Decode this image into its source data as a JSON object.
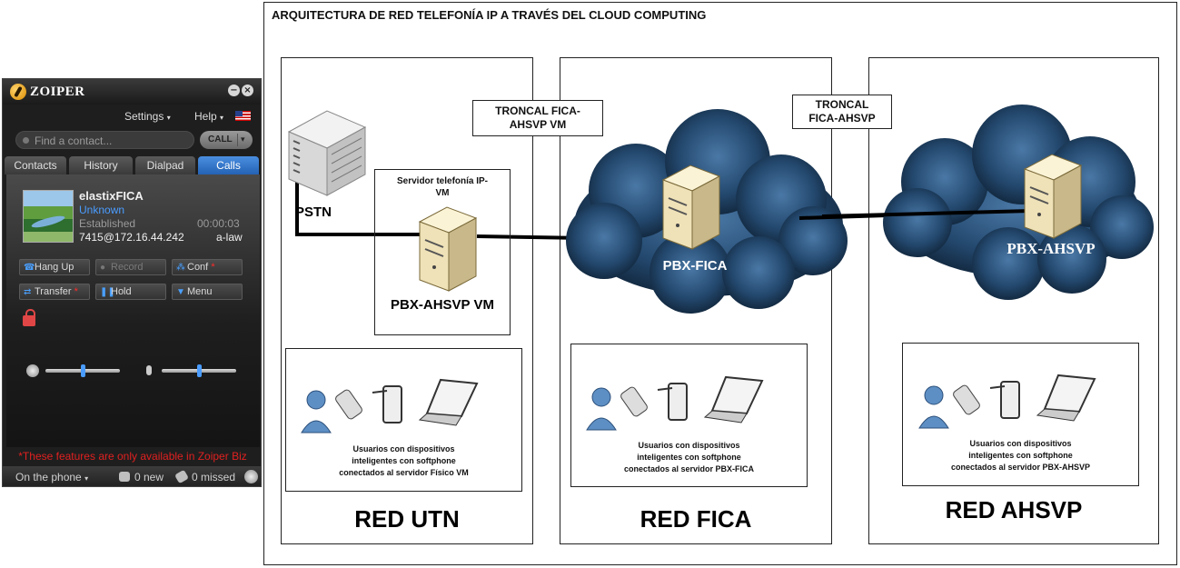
{
  "zoiper": {
    "app_title": "ZOIPER",
    "menu": {
      "settings": "Settings",
      "help": "Help"
    },
    "search": {
      "placeholder": "Find a contact...",
      "call_button": "CALL"
    },
    "tabs": [
      "Contacts",
      "History",
      "Dialpad",
      "Calls"
    ],
    "active_tab": "Calls",
    "call": {
      "name": "elastixFICA",
      "status": "Unknown",
      "state": "Established",
      "duration": "00:00:03",
      "address": "7415@172.16.44.242",
      "codec": "a-law"
    },
    "buttons": {
      "hang_up": "Hang Up",
      "record": "Record",
      "conf": "Conf",
      "transfer": "Transfer",
      "hold": "Hold",
      "menu": "Menu"
    },
    "speaker_volume": 0.5,
    "mic_volume": 0.5,
    "biz_notice": "*These features are only available in Zoiper Biz",
    "statusbar": {
      "presence": "On the phone",
      "new_messages": "0 new",
      "missed_calls": "0 missed"
    }
  },
  "diagram": {
    "title": "ARQUITECTURA DE RED TELEFONÍA IP A TRAVÉS DEL CLOUD COMPUTING",
    "troncal_vm": [
      "TRONCAL FICA-",
      "AHSVP VM"
    ],
    "troncal": [
      "TRONCAL",
      "FICA-AHSVP"
    ],
    "pstn": "PSTN",
    "vm_server": {
      "title_lines": [
        "Servidor telefonía IP-",
        "VM"
      ],
      "label": "PBX-AHSVP VM"
    },
    "pbx_fica": "PBX-FICA",
    "pbx_ahsvp": "PBX-AHSVP",
    "users": {
      "utn": [
        "Usuarios con dispositivos",
        "inteligentes con softphone",
        "conectados al servidor Físico VM"
      ],
      "fica": [
        "Usuarios con dispositivos",
        "inteligentes con softphone",
        "conectados al servidor PBX-FICA"
      ],
      "ahsvp": [
        "Usuarios con dispositivos",
        "inteligentes con softphone",
        "conectados al servidor PBX-AHSVP"
      ]
    },
    "networks": {
      "utn": "RED UTN",
      "fica": "RED FICA",
      "ahsvp": "RED AHSVP"
    },
    "colors": {
      "cloud_dark": "#0f2236",
      "cloud_mid": "#2e5a86",
      "cloud_light": "#5b88b2",
      "link": "#000000"
    }
  }
}
